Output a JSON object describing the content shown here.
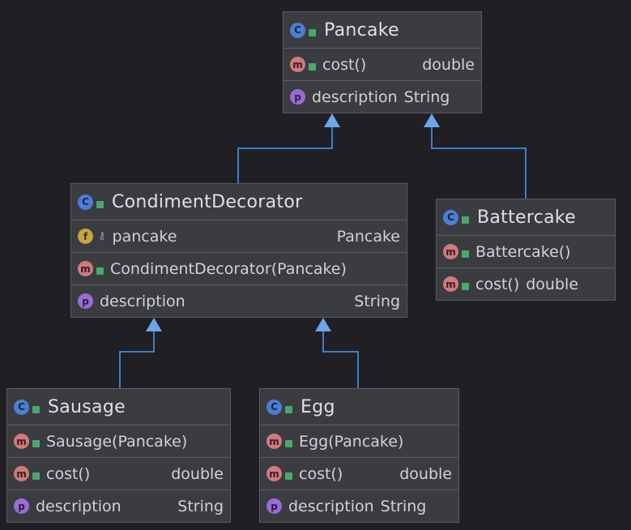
{
  "classes": {
    "pancake": {
      "name": "Pancake",
      "members": [
        {
          "badge": "m",
          "name": "cost()",
          "type": "double"
        },
        {
          "badge": "p",
          "name": "description",
          "type": "String"
        }
      ]
    },
    "condiment_decorator": {
      "name": "CondimentDecorator",
      "members": [
        {
          "badge": "f",
          "name": "pancake",
          "type": "Pancake"
        },
        {
          "badge": "m",
          "name": "CondimentDecorator(Pancake)",
          "type": ""
        },
        {
          "badge": "p",
          "name": "description",
          "type": "String"
        }
      ]
    },
    "battercake": {
      "name": "Battercake",
      "members": [
        {
          "badge": "m",
          "name": "Battercake()",
          "type": ""
        },
        {
          "badge": "m",
          "name": "cost()",
          "type": "double"
        }
      ]
    },
    "sausage": {
      "name": "Sausage",
      "members": [
        {
          "badge": "m",
          "name": "Sausage(Pancake)",
          "type": ""
        },
        {
          "badge": "m",
          "name": "cost()",
          "type": "double"
        },
        {
          "badge": "p",
          "name": "description",
          "type": "String"
        }
      ]
    },
    "egg": {
      "name": "Egg",
      "members": [
        {
          "badge": "m",
          "name": "Egg(Pancake)",
          "type": ""
        },
        {
          "badge": "m",
          "name": "cost()",
          "type": "double"
        },
        {
          "badge": "p",
          "name": "description",
          "type": "String"
        }
      ]
    }
  },
  "relations": [
    {
      "from": "CondimentDecorator",
      "to": "Pancake",
      "kind": "extends"
    },
    {
      "from": "Battercake",
      "to": "Pancake",
      "kind": "extends"
    },
    {
      "from": "Sausage",
      "to": "CondimentDecorator",
      "kind": "extends"
    },
    {
      "from": "Egg",
      "to": "CondimentDecorator",
      "kind": "extends"
    }
  ],
  "icons": {
    "class": "class-icon",
    "method": "method-icon",
    "field": "field-icon",
    "property": "property-icon",
    "public": "public-lock-icon",
    "private": "key-icon"
  },
  "colors": {
    "background": "#1f1f24",
    "box": "#3b3c3f",
    "connector": "#3d7fc4",
    "arrowhead": "#6aa6e8"
  }
}
